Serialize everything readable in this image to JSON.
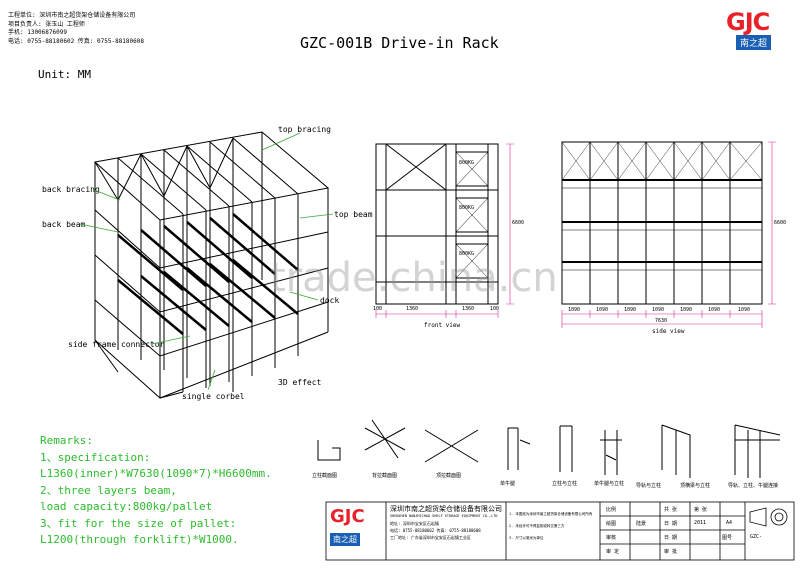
{
  "header": {
    "info_lines": [
      "工程单位: 深圳市南之超货架仓储设备有限公司",
      "项目负责人: 张玉山   工程师",
      "手机: 13006876099",
      "电话: 0755-88180602   传真: 0755-88180608"
    ],
    "title": "GZC-001B  Drive-in Rack",
    "logo": {
      "text": "GJC",
      "subtext": "南之超",
      "accent": "#e8212a",
      "secondary": "#1a5fb4"
    }
  },
  "unit_label": "Unit: MM",
  "callouts": {
    "top_bracing": "top bracing",
    "back_bracing": "back bracing",
    "back_beam": "back beam",
    "top_beam": "top beam",
    "dock": "dock",
    "side_frame_connector": "side frame connector",
    "single_corbel": "single corbel",
    "effect_3d": "3D effect"
  },
  "front_view": {
    "caption": "front view",
    "load_labels": [
      "800KG",
      "800KG",
      "800KG"
    ],
    "dims": [
      "100",
      "1360",
      "1360",
      "100"
    ],
    "height_dim": "6600"
  },
  "side_view": {
    "caption": "side view",
    "bay_dims": [
      "1090",
      "1090",
      "1090",
      "1090",
      "1090",
      "1090",
      "1090"
    ],
    "total_dim": "7630",
    "height_dim": "6600"
  },
  "remarks": {
    "heading": "Remarks:",
    "lines": [
      "1、specification:",
      "   L1360(inner)*W7630(1090*7)*H6600mm.",
      "2、three layers beam,",
      "   load capacity:800kg/pallet",
      "3、fit for the size of pallet:",
      "   L1200(through forklift)*W1000."
    ]
  },
  "details": {
    "captions": [
      "立柱截面图",
      "背拉截面图",
      "顶拉截面图",
      "单牛腿",
      "立柱与立柱",
      "单牛腿与立柱",
      "导轨与立柱",
      "顶横梁与立柱",
      "导轨、立柱、牛腿连接"
    ]
  },
  "title_block": {
    "company_cn": "深圳市南之超货架仓储设备有限公司",
    "company_en": "SHENZHEN NANZHICHAO SHELF STORAGE EQUIPMENT CO.,LTD",
    "address_lines": [
      "地址: 深圳市宝安区石岩镇",
      "电话: 0755-88180602  传真: 0755-88180608",
      "工厂地址: 广东省深圳市宝安区石岩镇工业区"
    ],
    "notes": [
      "1. 本图纸为深圳市南之超货架仓储设备有限公司所有",
      "2. 未经许可不得复制或转交第三方",
      "3. 尺寸以毫米为单位"
    ],
    "rows": [
      [
        "比例",
        "",
        "共  张",
        "第  张"
      ],
      [
        "绘图",
        "陆景",
        "日 期",
        "2011",
        "A4"
      ],
      [
        "审核",
        "",
        "日 期",
        "",
        "图号",
        "GZC-"
      ],
      [
        "审 定",
        "",
        "审 批",
        ""
      ]
    ],
    "watermark": "trade.china.cn"
  },
  "colors": {
    "remarks_green": "#2dbb2d",
    "callout_green": "#3aa635",
    "dim_magenta": "#cc2a9a",
    "accent_red": "#e8212a"
  }
}
